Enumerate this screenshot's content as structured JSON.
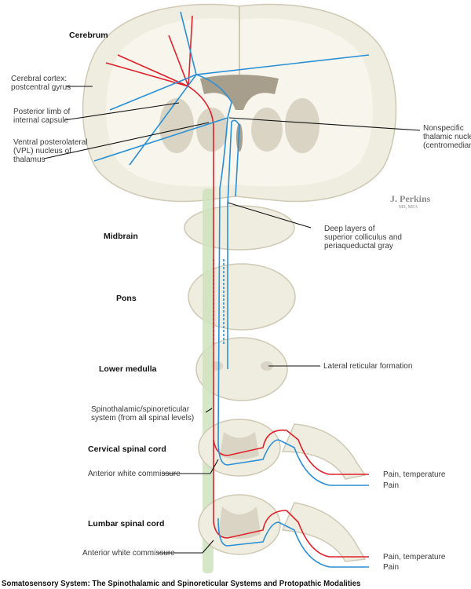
{
  "labels": {
    "cerebrum": "Cerebrum",
    "cortex_1": "Cerebral cortex:",
    "cortex_2": "postcentral gyrus",
    "capsule_1": "Posterior limb of",
    "capsule_2": "internal capsule",
    "vpl_1": "Ventral posterolateral",
    "vpl_2": "(VPL) nucleus of",
    "vpl_3": "thalamus",
    "nonspecific_1": "Nonspecific",
    "nonspecific_2": "thalamic nuclei",
    "nonspecific_3": "(centromedian)",
    "deep_1": "Deep layers of",
    "deep_2": "superior colliculus and",
    "deep_3": "periaqueductal gray",
    "midbrain": "Midbrain",
    "pons": "Pons",
    "lower_medulla": "Lower medulla",
    "lateral_reticular": "Lateral reticular formation",
    "spino_1": "Spinothalamic/spinoreticular",
    "spino_2": "system (from all spinal levels)",
    "cervical": "Cervical spinal cord",
    "awc_cervical": "Anterior white commissure",
    "pain_temp_cervical": "Pain, temperature",
    "pain_cervical": "Pain",
    "lumbar": "Lumbar spinal cord",
    "awc_lumbar": "Anterior white commissure",
    "pain_temp_lumbar": "Pain, temperature",
    "pain_lumbar": "Pain"
  },
  "signature": {
    "name": "J. Perkins",
    "credentials": "MS, MFA"
  },
  "caption": "Somatosensory System: The Spinothalamic and Spinoreticular Systems and Protopathic Modalities",
  "colors": {
    "pain_temperature_pathway": "#e0202a",
    "pain_pathway": "#2a8fd6",
    "tract": "#cfe3bd",
    "tissue": "#efece0"
  }
}
